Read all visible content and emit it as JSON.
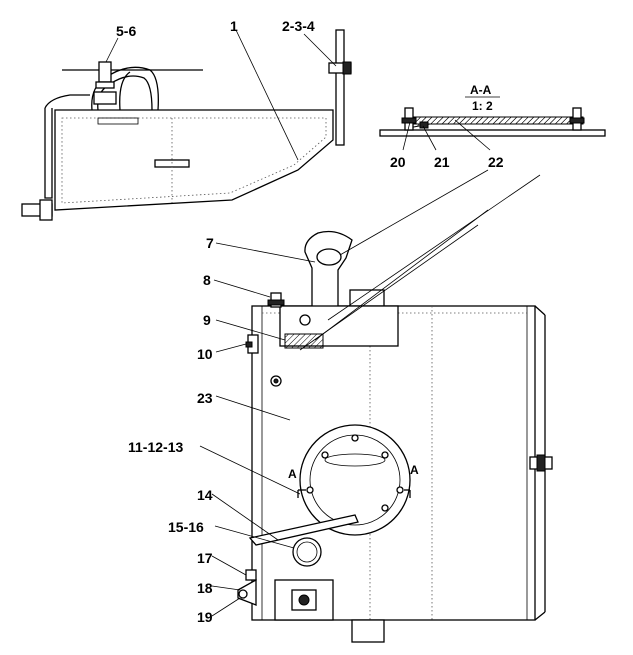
{
  "section": {
    "title": "A-A",
    "scale": "1: 2",
    "marker": "A"
  },
  "callouts": [
    {
      "id": "c56",
      "text": "5-6"
    },
    {
      "id": "c1",
      "text": "1"
    },
    {
      "id": "c234",
      "text": "2-3-4"
    },
    {
      "id": "c20",
      "text": "20"
    },
    {
      "id": "c21",
      "text": "21"
    },
    {
      "id": "c22",
      "text": "22"
    },
    {
      "id": "c7",
      "text": "7"
    },
    {
      "id": "c8",
      "text": "8"
    },
    {
      "id": "c9",
      "text": "9"
    },
    {
      "id": "c10",
      "text": "10"
    },
    {
      "id": "c23",
      "text": "23"
    },
    {
      "id": "c111213",
      "text": "11-12-13"
    },
    {
      "id": "c14",
      "text": "14"
    },
    {
      "id": "c1516",
      "text": "15-16"
    },
    {
      "id": "c17",
      "text": "17"
    },
    {
      "id": "c18",
      "text": "18"
    },
    {
      "id": "c19",
      "text": "19"
    }
  ]
}
